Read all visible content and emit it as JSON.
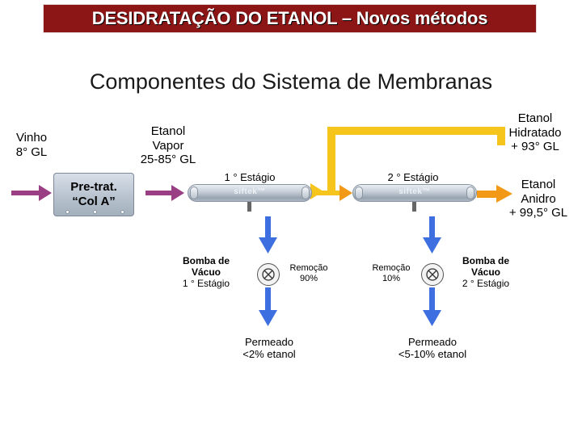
{
  "title": "DESIDRATAÇÃO DO ETANOL – Novos métodos",
  "subtitle": "Componentes do Sistema de Membranas",
  "labels": {
    "vinho": [
      "Vinho",
      "8° GL"
    ],
    "vapor": [
      "Etanol",
      "Vapor",
      "25-85° GL"
    ],
    "hidratado": [
      "Etanol",
      "Hidratado",
      "+ 93° GL"
    ],
    "anidro": [
      "Etanol",
      "Anidro",
      "+ 99,5° GL"
    ],
    "stage1": "1 ° Estágio",
    "stage2": "2 ° Estágio",
    "pretrat": [
      "Pre-trat.",
      "“Col A”"
    ],
    "bomba1": [
      "Bomba de",
      "Vácuo",
      "1 ° Estágio"
    ],
    "remocao1": [
      "Remoção",
      "90%"
    ],
    "remocao2": [
      "Remoção",
      "10%"
    ],
    "bomba2": [
      "Bomba de",
      "Vácuo",
      "2 ° Estágio"
    ],
    "permeado1": [
      "Permeado",
      "<2% etanol"
    ],
    "permeado2": [
      "Permeado",
      "<5-10% etanol"
    ]
  },
  "membrane_brand": "siftek™",
  "colors": {
    "title_bg": "#8c1616",
    "feed_arrow": "#9b3f84",
    "recycle_line": "#f5c51c",
    "product_arrow": "#f29a17",
    "permeate_arrow": "#3d6fe0"
  },
  "icons": [
    "right-arrow-icon",
    "down-arrow-icon",
    "pump-icon",
    "membrane-module-icon"
  ]
}
